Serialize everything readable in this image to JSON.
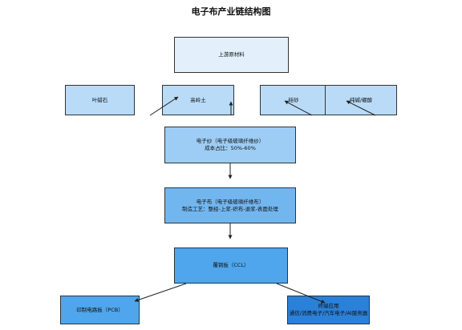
{
  "title": "电子布产业链结构图",
  "nodes": {
    "upstream_materials": "上游原材料",
    "pyrophyllite": "叶蜡石",
    "kaolin": "高岭土",
    "silica_sand": "硅砂",
    "soda_boric_acid": "纯碱/硼酸",
    "electronic_yarn": "电子纱（电子级玻璃纤维纱）\n成本占比：50%-60%",
    "electronic_cloth": "电子布（电子级玻璃纤维布）\n制造工艺：整经-上浆-织布-退浆-表面处理",
    "ccl": "覆铜板（CCL）",
    "pcb": "印制电路板（PCB）",
    "end_applications": "终端应用\n通信/消费电子/汽车电子/AI服务器"
  }
}
